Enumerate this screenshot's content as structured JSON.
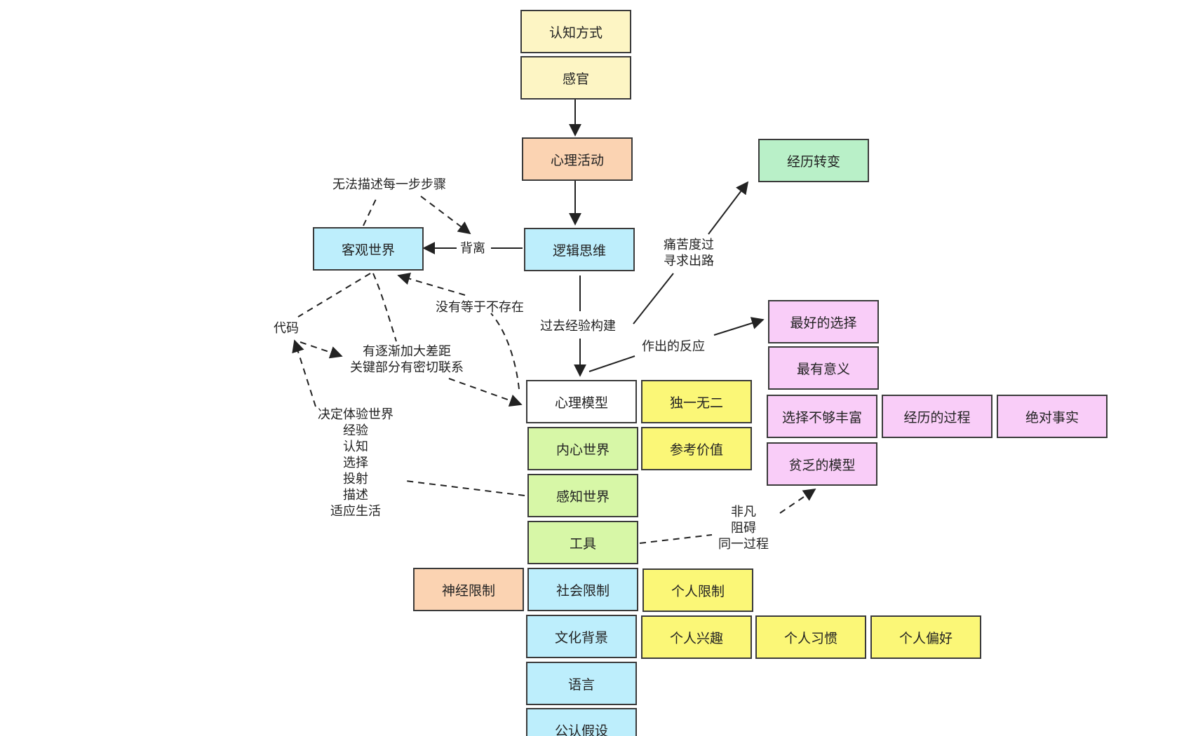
{
  "colors": {
    "yellow_light": "#fdf5c4",
    "orange": "#fbd3b2",
    "green_light": "#b9f0c8",
    "cyan": "#bdeefc",
    "white": "#ffffff",
    "yellow": "#fbf777",
    "pink": "#f9cdf8",
    "lime": "#d7f7a7",
    "edge": "#222222"
  },
  "nodes": {
    "cognition": "认知方式",
    "senses": "感官",
    "psych_activity": "心理活动",
    "experience_change": "经历转变",
    "objective_world": "客观世界",
    "logical_thinking": "逻辑思维",
    "best_choice": "最好的选择",
    "most_meaningful": "最有意义",
    "mental_model": "心理模型",
    "unique": "独一无二",
    "not_rich": "选择不够丰富",
    "process": "经历的过程",
    "absolute_fact": "绝对事实",
    "inner_world": "内心世界",
    "reference_value": "参考价值",
    "poor_model": "贫乏的模型",
    "perceived_world": "感知世界",
    "tools": "工具",
    "neural_limits": "神经限制",
    "social_limits": "社会限制",
    "personal_limits": "个人限制",
    "culture": "文化背景",
    "interests": "个人兴趣",
    "habits": "个人习惯",
    "preferences": "个人偏好",
    "language": "语言",
    "assumptions": "公认假设"
  },
  "labels": {
    "cannot_describe": "无法描述每一步步骤",
    "deviation": "背离",
    "pain": "痛苦度过\n寻求出路",
    "nothing": "没有等于不存在",
    "code": "代码",
    "past_exp": "过去经验构建",
    "response": "作出的反应",
    "gap": "有逐渐加大差距\n关键部分有密切联系",
    "decide": "决定体验世界\n经验\n认知\n选择\n投射\n描述\n适应生活",
    "extraordinary": "非凡\n阻碍\n同一过程"
  }
}
